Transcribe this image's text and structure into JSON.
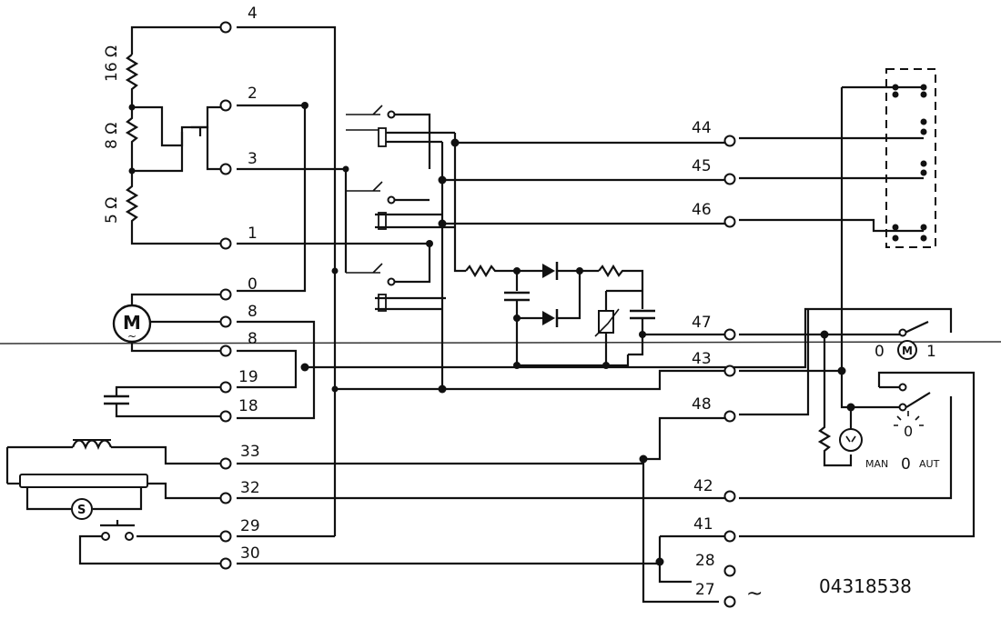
{
  "resistors": [
    {
      "id": "r16",
      "label": "16 Ω"
    },
    {
      "id": "r8",
      "label": "8 Ω"
    },
    {
      "id": "r5",
      "label": "5 Ω"
    }
  ],
  "terminals_left": [
    {
      "id": "t4",
      "label": "4"
    },
    {
      "id": "t2",
      "label": "2"
    },
    {
      "id": "t3",
      "label": "3"
    },
    {
      "id": "t1",
      "label": "1"
    },
    {
      "id": "t0",
      "label": "0"
    },
    {
      "id": "t8a",
      "label": "8"
    },
    {
      "id": "t8b",
      "label": "8"
    },
    {
      "id": "t19",
      "label": "19"
    },
    {
      "id": "t18",
      "label": "18"
    },
    {
      "id": "t33",
      "label": "33"
    },
    {
      "id": "t32",
      "label": "32"
    },
    {
      "id": "t29",
      "label": "29"
    },
    {
      "id": "t30",
      "label": "30"
    }
  ],
  "terminals_right": [
    {
      "id": "t44",
      "label": "44"
    },
    {
      "id": "t45",
      "label": "45"
    },
    {
      "id": "t46",
      "label": "46"
    },
    {
      "id": "t47",
      "label": "47"
    },
    {
      "id": "t43",
      "label": "43"
    },
    {
      "id": "t48",
      "label": "48"
    },
    {
      "id": "t42",
      "label": "42"
    },
    {
      "id": "t41",
      "label": "41"
    },
    {
      "id": "t28",
      "label": "28"
    },
    {
      "id": "t27",
      "label": "27"
    }
  ],
  "symbols": {
    "motor": "M",
    "motor_sub": "~",
    "starter": "S",
    "ac_symbol": "~"
  },
  "switch_labels": {
    "motor_switch": {
      "off": "0",
      "motor": "M",
      "on": "1"
    },
    "mode_switch": {
      "man": "MAN",
      "zero": "0",
      "aut": "AUT"
    }
  },
  "indicator_lamp": "0",
  "drawing_number": "04318538"
}
